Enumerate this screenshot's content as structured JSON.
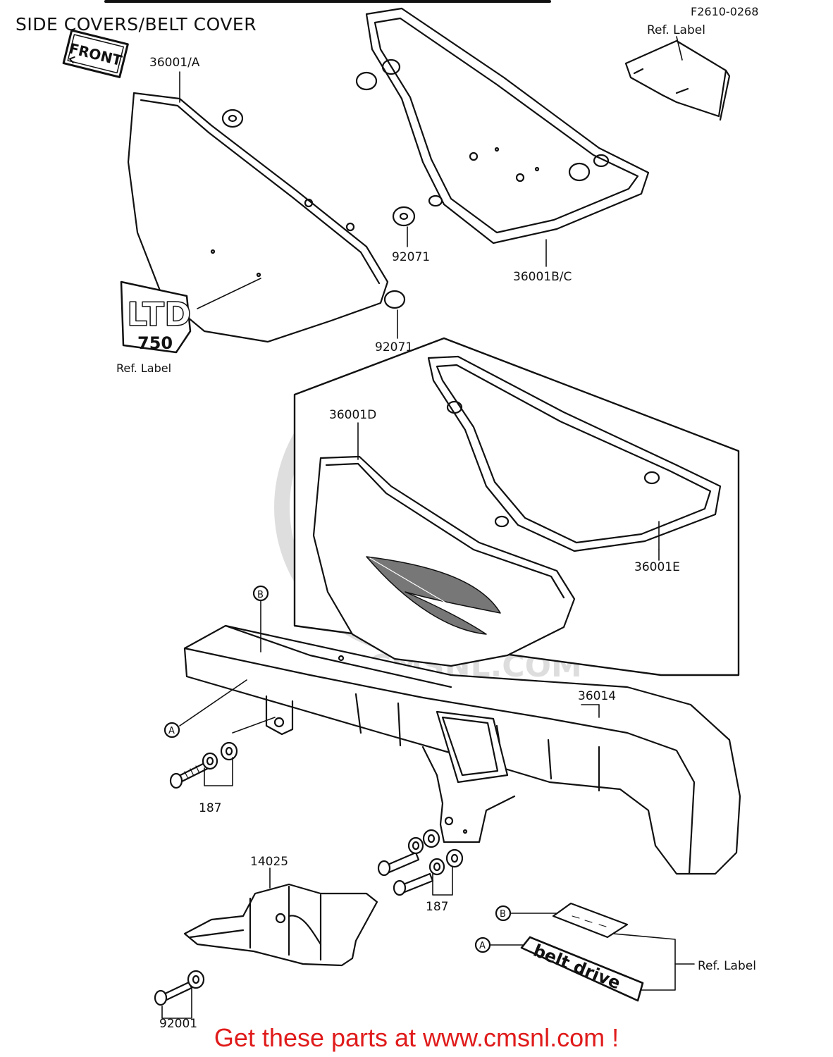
{
  "page_title": "SIDE COVERS/BELT COVER",
  "diagram_code": "F2610-0268",
  "banner": "Get these parts at www.cmsnl.com !",
  "banner_color": "#e01b1b",
  "watermark": "WWW.CMSNL.COM",
  "labels": {
    "front_tag": "FRONT",
    "p36001a": "36001/A",
    "p36001bc": "36001B/C",
    "p92071_a": "92071",
    "p92071_b": "92071",
    "ref_label_top": "Ref. Label",
    "ref_label_ltd": "Ref. Label",
    "ltd_emblem": "LTD",
    "ltd_number": "750",
    "p36001d": "36001D",
    "p36001e": "36001E",
    "p36014": "36014",
    "marker_b": "B",
    "marker_a": "A",
    "p187_a": "187",
    "p187_b": "187",
    "p14025": "14025",
    "p92001": "92001",
    "legend_b": "B",
    "legend_a": "A",
    "belt_drive": "belt drive",
    "ref_label_bottom": "Ref. Label"
  }
}
